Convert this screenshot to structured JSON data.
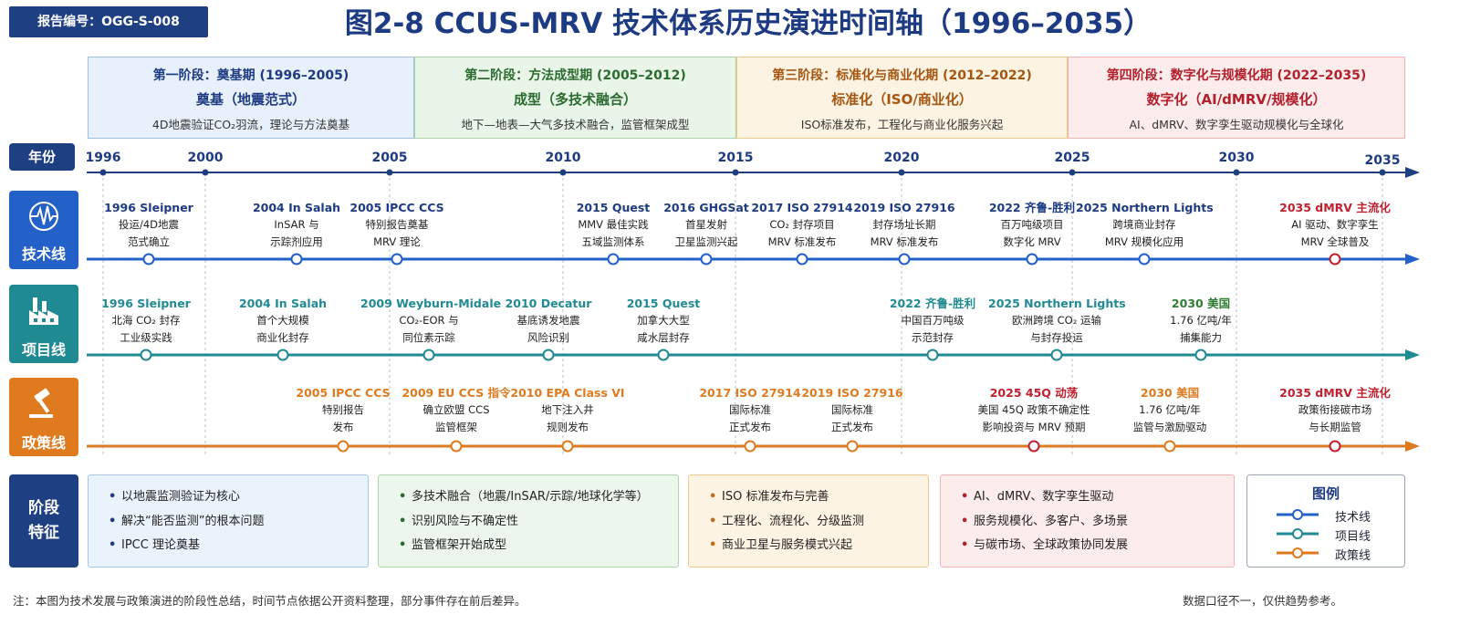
{
  "report_id": "报告编号：OGG-S-008",
  "title": "图2-8 CCUS-MRV 技术体系历史演进时间轴（1996–2035）",
  "colors": {
    "navy": "#1f3f83",
    "tech": "#2360c8",
    "project": "#1f8a92",
    "policy": "#e07a1f",
    "red": "#c0202f"
  },
  "phases": [
    {
      "line1": "第一阶段：奠基期 (1996–2005)",
      "line2": "奠基（地震范式）",
      "line3": "4D地震验证CO₂羽流，理论与方法奠基",
      "color": "#1d3b82",
      "bg": "#e8f1fb",
      "border": "#9cbfe8"
    },
    {
      "line1": "第二阶段：方法成型期 (2005–2012)",
      "line2": "成型（多技术融合）",
      "line3": "地下—地表—大气多技术融合，监管框架成型",
      "color": "#2a6b2e",
      "bg": "#eaf5e9",
      "border": "#a9d3a6"
    },
    {
      "line1": "第三阶段：标准化与商业化期 (2012–2022)",
      "line2": "标准化（ISO/商业化）",
      "line3": "ISO标准发布，工程化与商业化服务兴起",
      "color": "#a65511",
      "bg": "#fdf3e3",
      "border": "#f0c98c"
    },
    {
      "line1": "第四阶段：数字化与规模化期 (2022–2035)",
      "line2": "数字化（AI/dMRV/规模化）",
      "line3": "AI、dMRV、数字孪生驱动规模化与全球化",
      "color": "#b3202b",
      "bg": "#fcecec",
      "border": "#f0b4b4"
    }
  ],
  "row_labels": {
    "year": "年份",
    "tech": "技术线",
    "project": "项目线",
    "policy": "政策线",
    "summary": "阶段\n特征"
  },
  "years": [
    "1996",
    "2000",
    "2005",
    "2010",
    "2015",
    "2020",
    "2025",
    "2030",
    "2035"
  ],
  "tech_events": [
    {
      "title": "1996 Sleipner",
      "desc": "投运/4D地震\n范式确立",
      "red": false
    },
    {
      "title": "2004 In Salah",
      "desc": "InSAR 与\n示踪剂应用",
      "red": false
    },
    {
      "title": "2005 IPCC CCS",
      "desc": "特别报告奠基\nMRV 理论",
      "red": false
    },
    {
      "title": "2015 Quest",
      "desc": "MMV 最佳实践\n五域监测体系",
      "red": false
    },
    {
      "title": "2016 GHGSat",
      "desc": "首星发射\n卫星监测兴起",
      "red": false
    },
    {
      "title": "2017 ISO 27914",
      "desc": "CO₂ 封存项目\nMRV 标准发布",
      "red": false
    },
    {
      "title": "2019 ISO 27916",
      "desc": "封存场址长期\nMRV 标准发布",
      "red": false
    },
    {
      "title": "2022 齐鲁-胜利",
      "desc": "百万吨级项目\n数字化 MRV",
      "red": false
    },
    {
      "title": "2025 Northern Lights",
      "desc": "跨境商业封存\nMRV 规模化应用",
      "red": false
    },
    {
      "title": "2035 dMRV 主流化",
      "desc": "AI 驱动、数字孪生\nMRV 全球普及",
      "red": true
    }
  ],
  "project_events": [
    {
      "title": "1996 Sleipner",
      "desc": "北海 CO₂ 封存\n工业级实践"
    },
    {
      "title": "2004 In Salah",
      "desc": "首个大规模\n商业化封存"
    },
    {
      "title": "2009 Weyburn-Midale",
      "desc": "CO₂-EOR 与\n同位素示踪"
    },
    {
      "title": "2010 Decatur",
      "desc": "基底诱发地震\n风险识别"
    },
    {
      "title": "2015 Quest",
      "desc": "加拿大大型\n咸水层封存"
    },
    {
      "title": "2022 齐鲁-胜利",
      "desc": "中国百万吨级\n示范封存"
    },
    {
      "title": "2025 Northern Lights",
      "desc": "欧洲跨境 CO₂ 运输\n与封存投运"
    },
    {
      "title": "2030 美国",
      "desc": "1.76 亿吨/年\n捕集能力",
      "green": true
    }
  ],
  "policy_events": [
    {
      "title": "2005 IPCC CCS",
      "desc": "特别报告\n发布",
      "red": false
    },
    {
      "title": "2009 EU CCS 指令",
      "desc": "确立欧盟 CCS\n监管框架",
      "red": false
    },
    {
      "title": "2010 EPA Class VI",
      "desc": "地下注入井\n规则发布",
      "red": false
    },
    {
      "title": "2017 ISO 27914",
      "desc": "国际标准\n正式发布",
      "red": false
    },
    {
      "title": "2019 ISO 27916",
      "desc": "国际标准\n正式发布",
      "red": false
    },
    {
      "title": "2025 45Q 动荡",
      "desc": "美国 45Q 政策不确定性\n影响投资与 MRV 预期",
      "red": true
    },
    {
      "title": "2030 美国",
      "desc": "1.76 亿吨/年\n监管与激励驱动",
      "red": false
    },
    {
      "title": "2035 dMRV 主流化",
      "desc": "政策衔接碳市场\n与长期监管",
      "red": true
    }
  ],
  "summaries": [
    [
      "以地震监测验证为核心",
      "解决“能否监测”的根本问题",
      "IPCC 理论奠基"
    ],
    [
      "多技术融合（地震/InSAR/示踪/地球化学等）",
      "识别风险与不确定性",
      "监管框架开始成型"
    ],
    [
      "ISO 标准发布与完善",
      "工程化、流程化、分级监测",
      "商业卫星与服务模式兴起"
    ],
    [
      "AI、dMRV、数字孪生驱动",
      "服务规模化、多客户、多场景",
      "与碳市场、全球政策协同发展"
    ]
  ],
  "legend": {
    "title": "图例",
    "items": [
      "技术线",
      "项目线",
      "政策线"
    ]
  },
  "footnote_left": "注：本图为技术发展与政策演进的阶段性总结，时间节点依据公开资料整理，部分事件存在前后差异。",
  "footnote_right": "数据口径不一，仅供趋势参考。"
}
